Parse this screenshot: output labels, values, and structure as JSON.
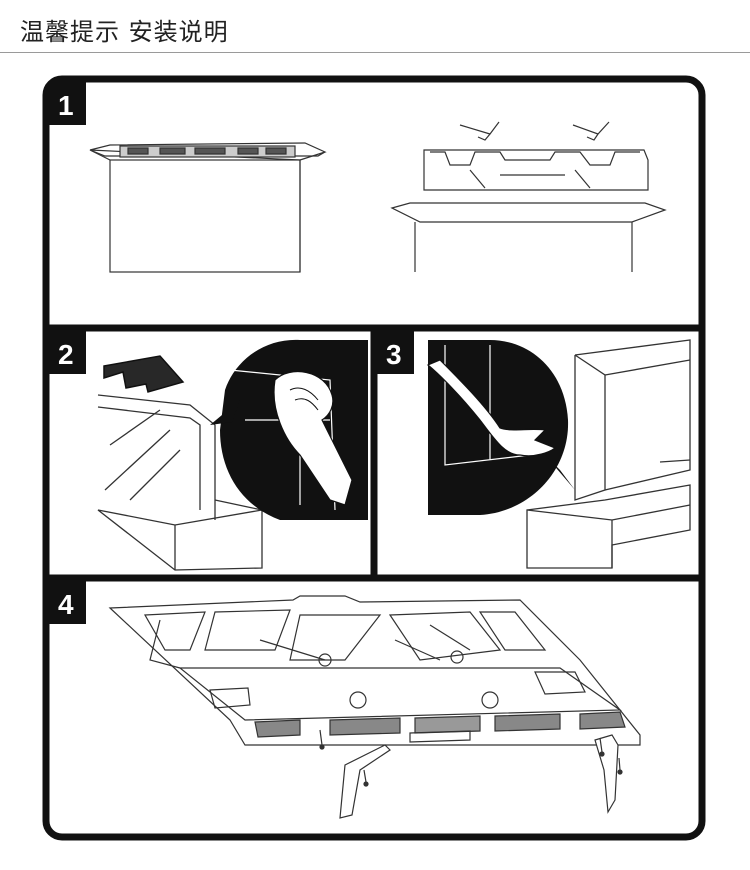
{
  "header": {
    "title": "温馨提示 安装说明"
  },
  "steps": [
    {
      "number": "1"
    },
    {
      "number": "2"
    },
    {
      "number": "3"
    },
    {
      "number": "4"
    }
  ],
  "colors": {
    "frame": "#111111",
    "line": "#333333",
    "background": "#ffffff"
  },
  "icons": [
    "up-arrow-icon",
    "hand-icon"
  ]
}
